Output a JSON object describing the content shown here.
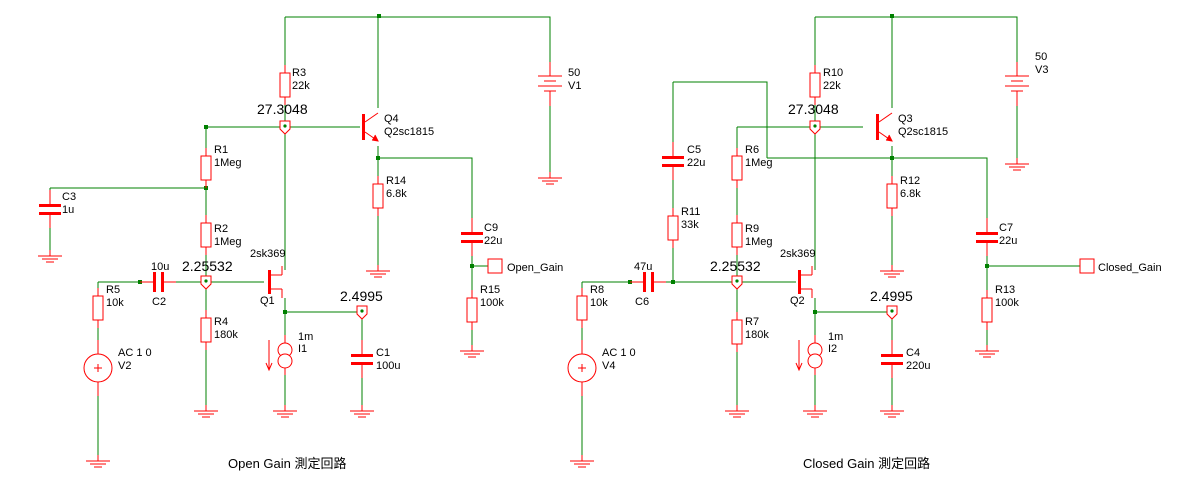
{
  "open": {
    "caption": "Open Gain  測定回路",
    "port_label": "Open_Gain",
    "v_q4b": "27.3048",
    "v_q1g": "2.25532",
    "v_q1s": "2.4995",
    "r3": {
      "ref": "R3",
      "value": "22k"
    },
    "q4": {
      "ref": "Q4",
      "model": "Q2sc1815"
    },
    "r1": {
      "ref": "R1",
      "value": "1Meg"
    },
    "c3": {
      "ref": "C3",
      "value": "1u"
    },
    "r14": {
      "ref": "R14",
      "value": "6.8k"
    },
    "r2": {
      "ref": "R2",
      "value": "1Meg"
    },
    "c9": {
      "ref": "C9",
      "value": "22u"
    },
    "q1": {
      "ref": "Q1",
      "model": "2sk369"
    },
    "c2": {
      "ref": "C2",
      "value": "10u"
    },
    "r5": {
      "ref": "R5",
      "value": "10k"
    },
    "r15": {
      "ref": "R15",
      "value": "100k"
    },
    "r4": {
      "ref": "R4",
      "value": "180k"
    },
    "i1": {
      "ref": "I1",
      "value": "1m"
    },
    "c1": {
      "ref": "C1",
      "value": "100u"
    },
    "v2": {
      "ref": "V2",
      "value": "AC 1 0"
    },
    "v1": {
      "ref": "V1",
      "value": "50"
    }
  },
  "closed": {
    "caption": "Closed Gain  測定回路",
    "port_label": "Closed_Gain",
    "v_q3b": "27.3048",
    "v_q2g": "2.25532",
    "v_q2s": "2.4995",
    "r10": {
      "ref": "R10",
      "value": "22k"
    },
    "q3": {
      "ref": "Q3",
      "model": "Q2sc1815"
    },
    "c5": {
      "ref": "C5",
      "value": "22u"
    },
    "r6": {
      "ref": "R6",
      "value": "1Meg"
    },
    "r12": {
      "ref": "R12",
      "value": "6.8k"
    },
    "r11": {
      "ref": "R11",
      "value": "33k"
    },
    "r9": {
      "ref": "R9",
      "value": "1Meg"
    },
    "c7": {
      "ref": "C7",
      "value": "22u"
    },
    "q2": {
      "ref": "Q2",
      "model": "2sk369"
    },
    "c6": {
      "ref": "C6",
      "value": "47u"
    },
    "r8": {
      "ref": "R8",
      "value": "10k"
    },
    "r13": {
      "ref": "R13",
      "value": "100k"
    },
    "r7": {
      "ref": "R7",
      "value": "180k"
    },
    "i2": {
      "ref": "I2",
      "value": "1m"
    },
    "c4": {
      "ref": "C4",
      "value": "220u"
    },
    "v4": {
      "ref": "V4",
      "value": "AC 1 0"
    },
    "v3": {
      "ref": "V3",
      "value": "50"
    }
  },
  "colors": {
    "wire": "#008000",
    "component": "#ff0000",
    "background": "#ffffff"
  }
}
